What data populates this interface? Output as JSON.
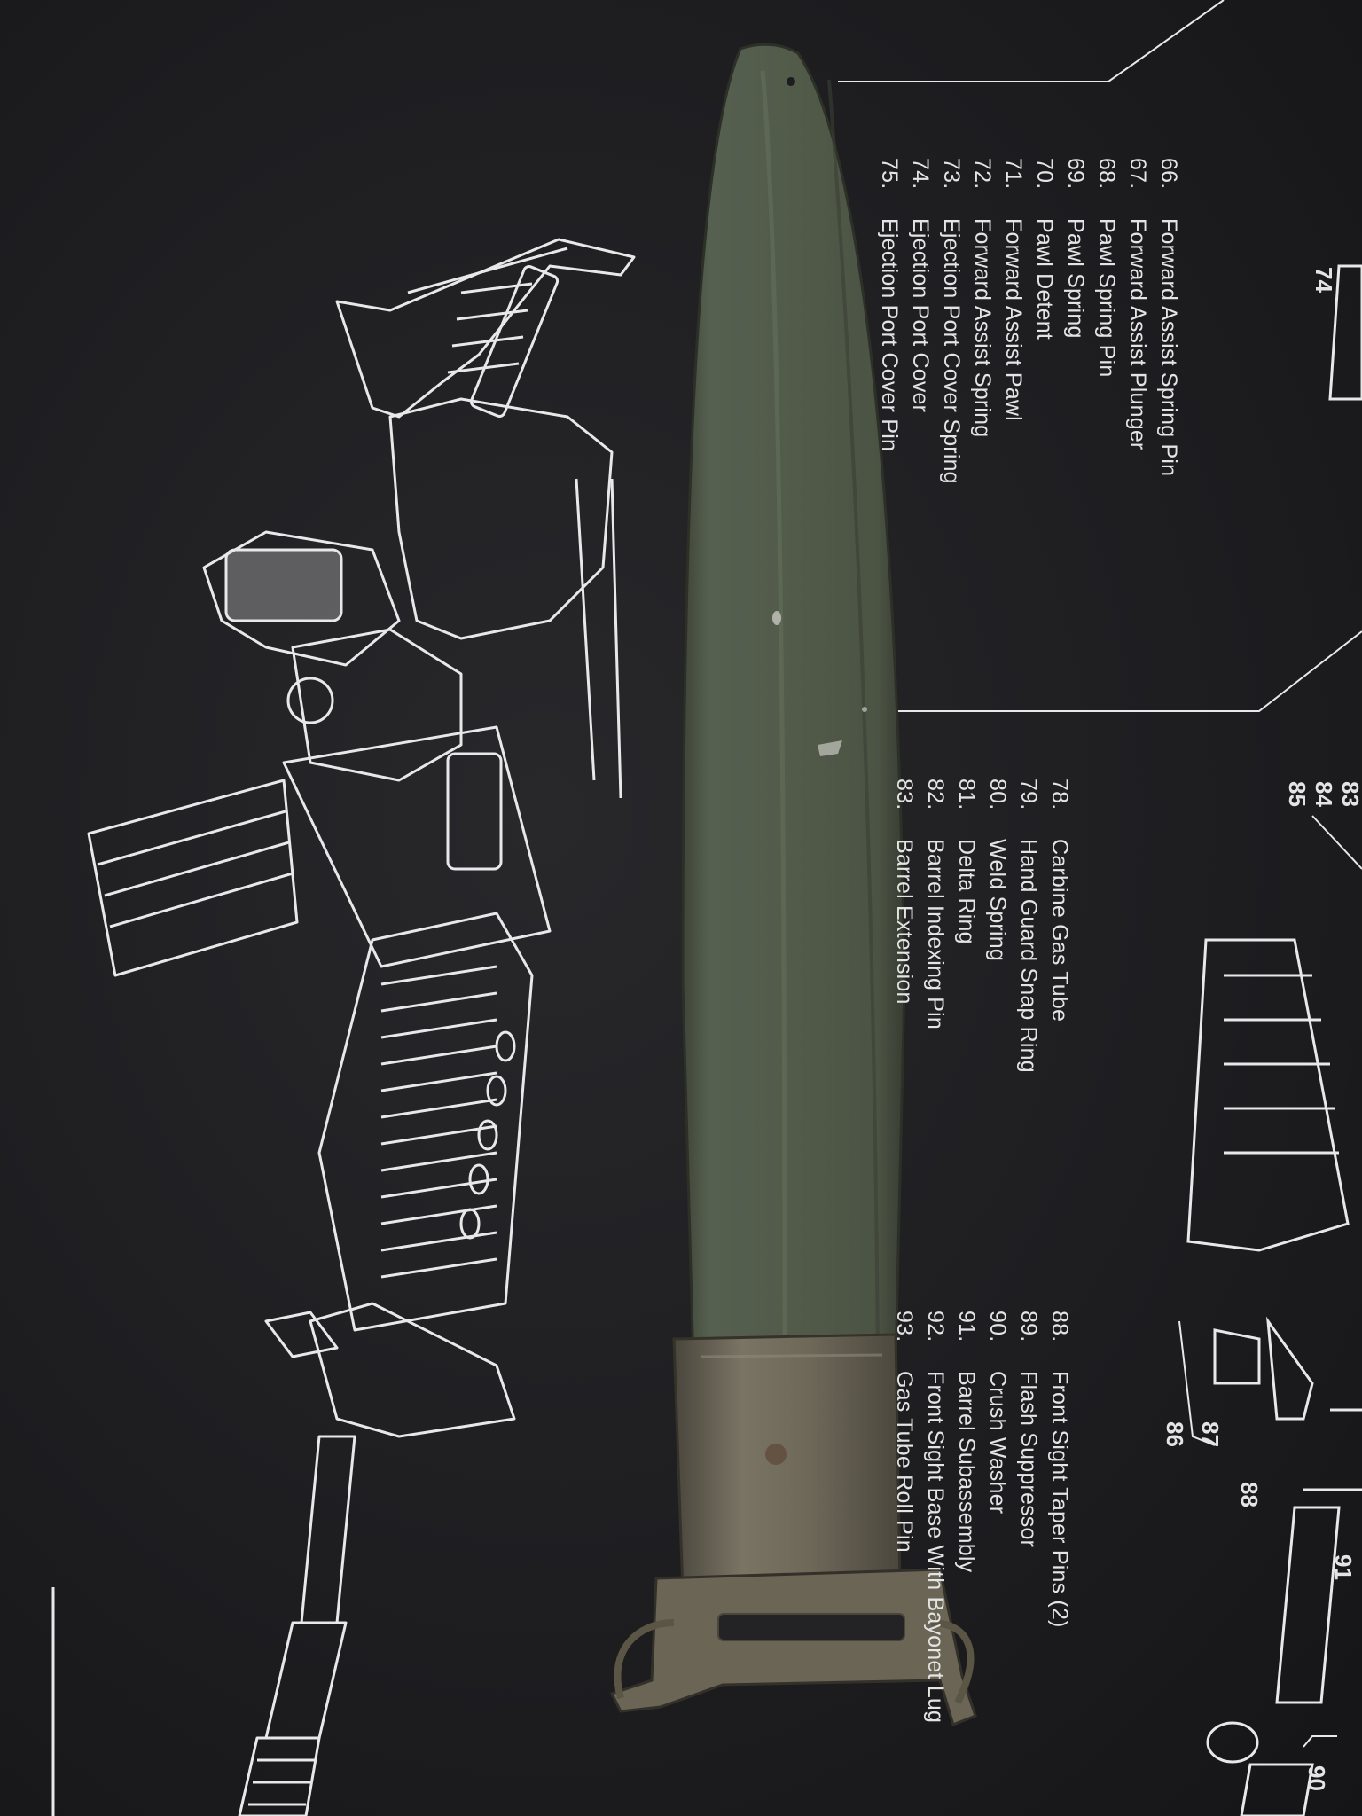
{
  "parts_list_a": [
    {
      "num": "66.",
      "name": "Forward Assist Spring Pin"
    },
    {
      "num": "67.",
      "name": "Forward Assist Plunger"
    },
    {
      "num": "68.",
      "name": "Pawl Spring Pin"
    },
    {
      "num": "69.",
      "name": "Pawl Spring"
    },
    {
      "num": "70.",
      "name": "Pawl Detent"
    },
    {
      "num": "71.",
      "name": "Forward Assist Pawl"
    },
    {
      "num": "72.",
      "name": "Forward Assist Spring"
    },
    {
      "num": "73.",
      "name": "Ejection Port Cover Spring"
    },
    {
      "num": "74.",
      "name": "Ejection Port Cover"
    },
    {
      "num": "75.",
      "name": "Ejection Port Cover Pin"
    }
  ],
  "parts_list_b": [
    {
      "num": "78.",
      "name": "Carbine Gas Tube"
    },
    {
      "num": "79.",
      "name": "Hand Guard Snap Ring"
    },
    {
      "num": "80.",
      "name": "Weld Spring"
    },
    {
      "num": "81.",
      "name": "Delta Ring"
    },
    {
      "num": "82.",
      "name": "Barrel Indexing Pin"
    },
    {
      "num": "83.",
      "name": "Barrel Extension"
    }
  ],
  "parts_list_c": [
    {
      "num": "88.",
      "name": "Front Sight Taper Pins (2)"
    },
    {
      "num": "89.",
      "name": "Flash Suppressor"
    },
    {
      "num": "90.",
      "name": "Crush Washer"
    },
    {
      "num": "91.",
      "name": "Barrel Subassembly"
    },
    {
      "num": "92.",
      "name": "Front Sight Base With Bayonet Lug"
    },
    {
      "num": "93.",
      "name": "Gas Tube Roll Pin"
    }
  ],
  "callouts": [
    "74",
    "83",
    "84",
    "85",
    "86",
    "87",
    "88",
    "91",
    "90"
  ],
  "colors": {
    "mat": "#1e1e20",
    "line_art": "#e8e8e8",
    "scabbard_green": "#4f5646",
    "throat_metal": "#6f6a5c"
  }
}
